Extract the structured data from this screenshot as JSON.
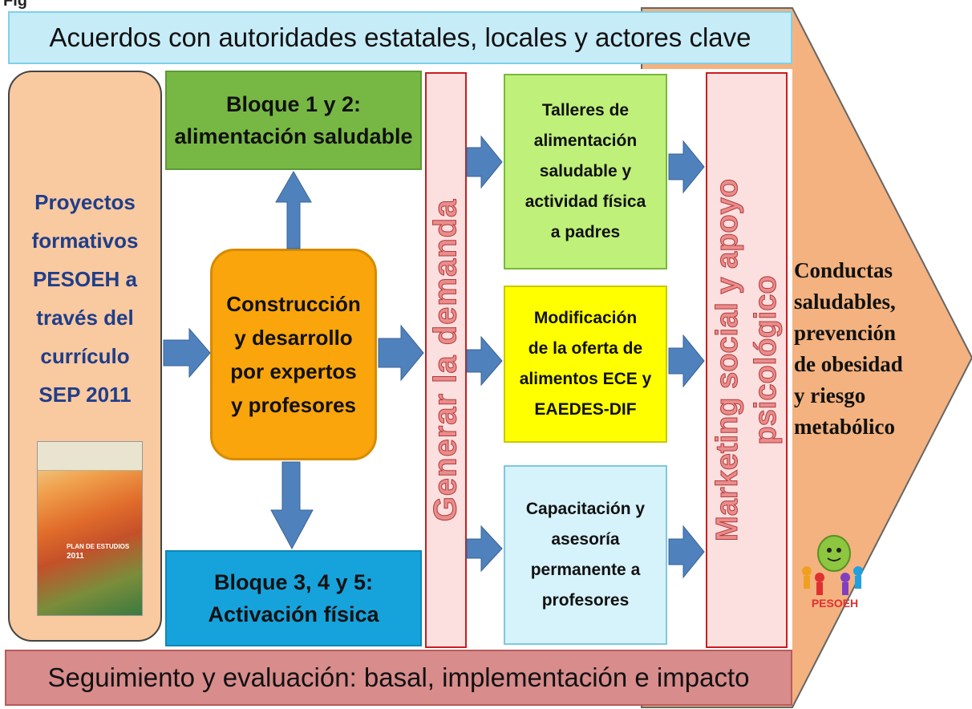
{
  "figure_label": "Fig",
  "top_banner": "Acuerdos con autoridades estatales, locales  y actores clave",
  "bottom_banner": "Seguimiento y evaluación: basal, implementación e impacto",
  "left_panel": {
    "lines": [
      "Proyectos",
      "formativos",
      "PESOEH a",
      "través del",
      "currículo",
      "SEP 2011"
    ],
    "book_title": "PLAN DE ESTUDIOS",
    "book_year": "2011"
  },
  "bloque12": [
    "Bloque 1 y 2:",
    "alimentación saludable"
  ],
  "bloque345": [
    "Bloque 3, 4 y 5:",
    "Activación física"
  ],
  "construccion": [
    "Construcción",
    "y desarrollo",
    "por expertos",
    "y profesores"
  ],
  "generar": "Generar  la demanda",
  "talleres": [
    "Talleres de",
    "alimentación",
    "saludable y",
    "actividad física",
    "a padres"
  ],
  "modificacion": [
    "Modificación",
    "de la oferta de",
    "alimentos ECE y",
    "EAEDES-DIF"
  ],
  "capacitacion": [
    "Capacitación y",
    "asesoría",
    "permanente a",
    "profesores"
  ],
  "marketing": [
    "Marketing social y apoyo",
    "psicológico"
  ],
  "outcome": [
    "Conductas",
    "saludables,",
    "prevención",
    "de obesidad",
    "y riesgo",
    "metabólico"
  ],
  "logo_label": "PESOEH",
  "colors": {
    "arrow_blue": "#4f81bd",
    "outcome_arrow": "#f3b27f",
    "frame_red": "#c81e1e"
  }
}
